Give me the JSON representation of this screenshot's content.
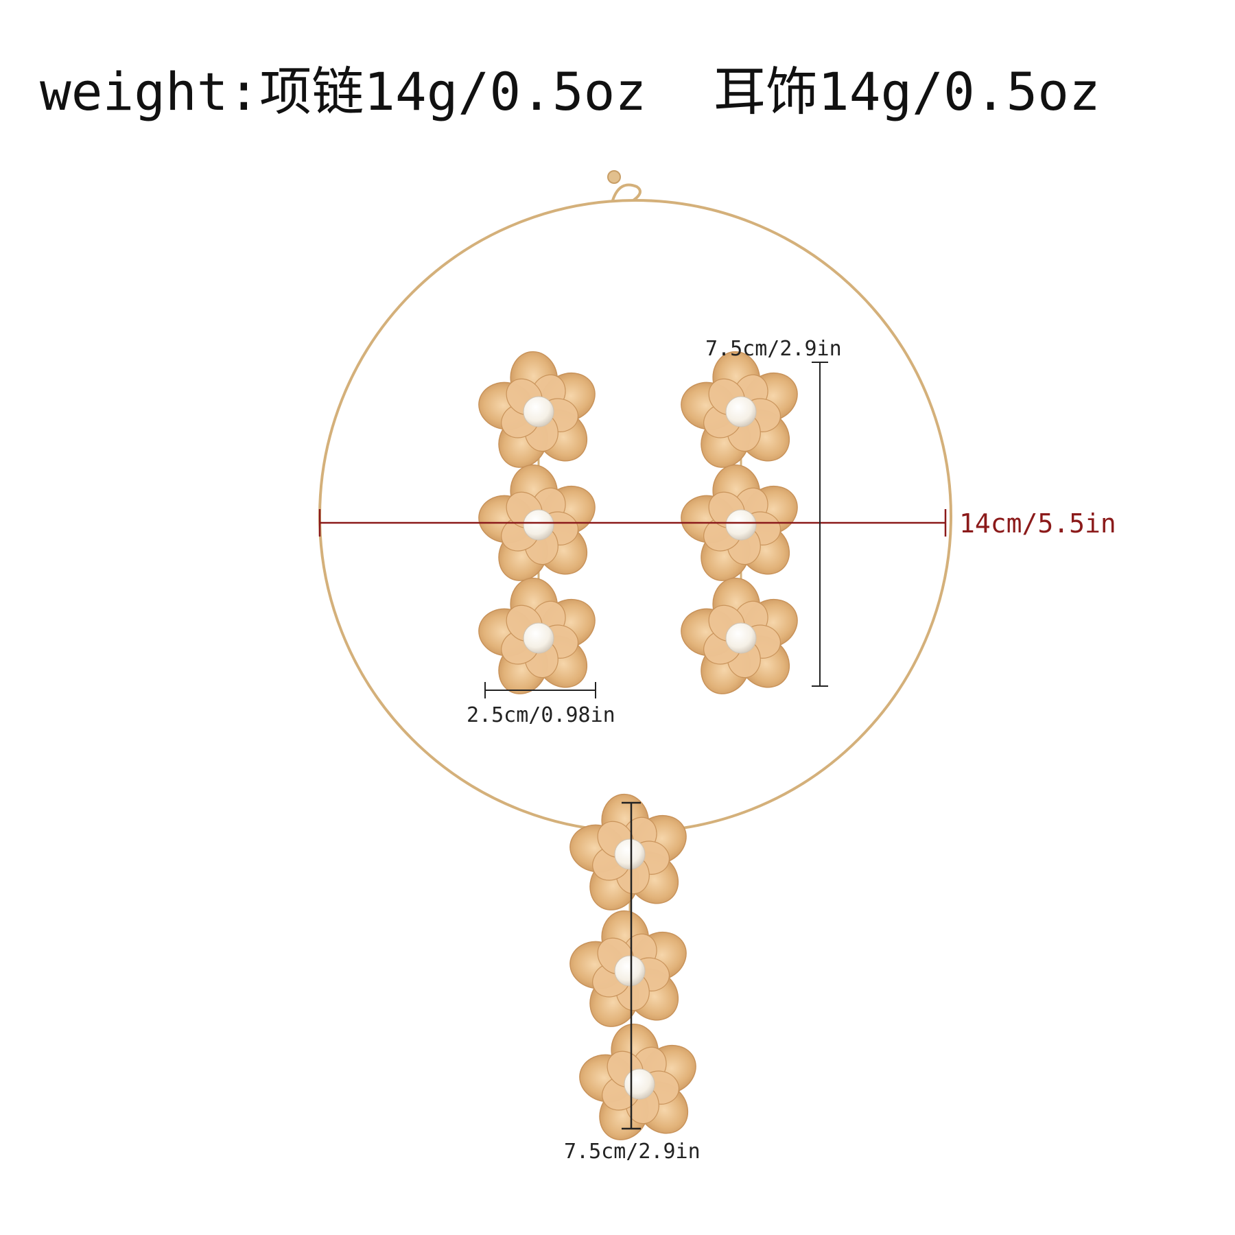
{
  "header": {
    "weight_text": "weight:项链14g/0.5oz",
    "earring_weight_text": "耳饰14g/0.5oz"
  },
  "dimensions": {
    "necklace_width": "14cm/5.5in",
    "earring_length": "7.5cm/2.9in",
    "earring_width": "2.5cm/0.98in",
    "pendant_length": "7.5cm/2.9in"
  },
  "colors": {
    "gold": "#d9a86c",
    "gold_light": "#f3cfa0",
    "gold_dark": "#b98650",
    "wire": "#d4b07a",
    "pearl": "#fbf8f2",
    "measure_red": "#8b1a1a",
    "measure_black": "#222222"
  },
  "icons": {
    "flower": "gold-flower-with-pearl-icon"
  }
}
